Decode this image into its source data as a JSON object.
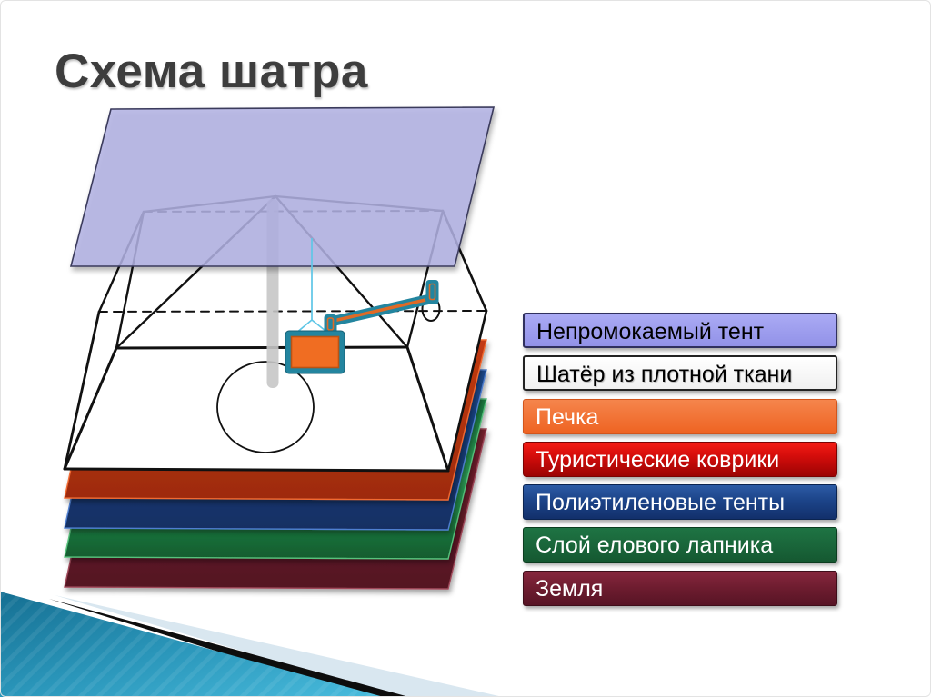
{
  "title": "Схема шатра",
  "legend": {
    "items": [
      {
        "label": "Непромокаемый тент",
        "color": "#9e9eee",
        "text_color": "#000000"
      },
      {
        "label": "Шатёр из плотной ткани",
        "color": "#ffffff",
        "text_color": "#000000"
      },
      {
        "label": "Печка",
        "color": "#f06a2e",
        "text_color": "#ffffff"
      },
      {
        "label": "Туристические коврики",
        "color": "#cc0f0f",
        "text_color": "#ffffff"
      },
      {
        "label": "Полиэтиленовые тенты",
        "color": "#1f4a8e",
        "text_color": "#ffffff"
      },
      {
        "label": "Слой елового лапника",
        "color": "#1a6b3b",
        "text_color": "#ffffff"
      },
      {
        "label": "Земля",
        "color": "#6f1d30",
        "text_color": "#ffffff"
      }
    ]
  },
  "diagram": {
    "description": "3D wireframe scheme of a tent",
    "cover_plane_color": "#b1b1e3",
    "stove_color": "#f06d22",
    "pipe_color": "#23859f",
    "ground_layers_top_to_bottom": [
      {
        "name": "Туристические коврики",
        "color": "#b5330f"
      },
      {
        "name": "Полиэтиленовые тенты",
        "color": "#1a4483"
      },
      {
        "name": "Слой елового лапника",
        "color": "#1d7e41"
      },
      {
        "name": "Земля",
        "color": "#6e1f2e"
      }
    ]
  },
  "decoration": {
    "teal_wedge_color": "#2a92b5",
    "black_stripe_color": "#0d0d0d",
    "pale_wedge_color": "#d9e7f0"
  }
}
